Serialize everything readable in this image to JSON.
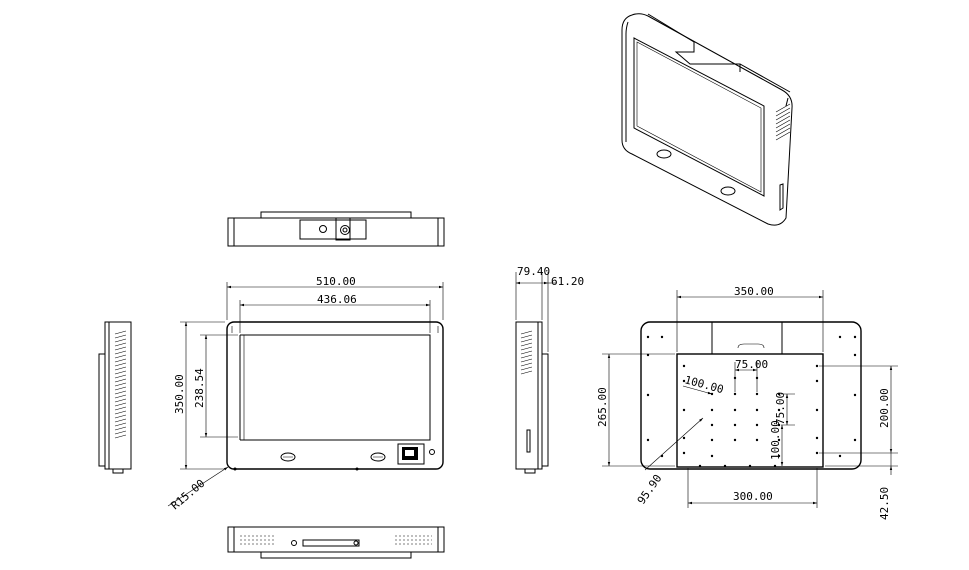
{
  "dimensions": {
    "front_width": "510.00",
    "front_screen_width": "436.06",
    "front_height": "350.00",
    "front_screen_height": "238.54",
    "corner_radius": "R15.00",
    "side_depth": "79.40",
    "side_depth_2": "61.20",
    "rear_bracket_width": "350.00",
    "rear_height": "265.00",
    "rear_vesa_200": "200.00",
    "rear_vesa_100_x": "100.00",
    "rear_vesa_75_x": "75.00",
    "rear_vesa_75_y": "75.00",
    "rear_vesa_100_y": "100.00",
    "rear_offset": "42.50",
    "rear_diag": "95.90",
    "rear_bottom_width": "300.00"
  }
}
